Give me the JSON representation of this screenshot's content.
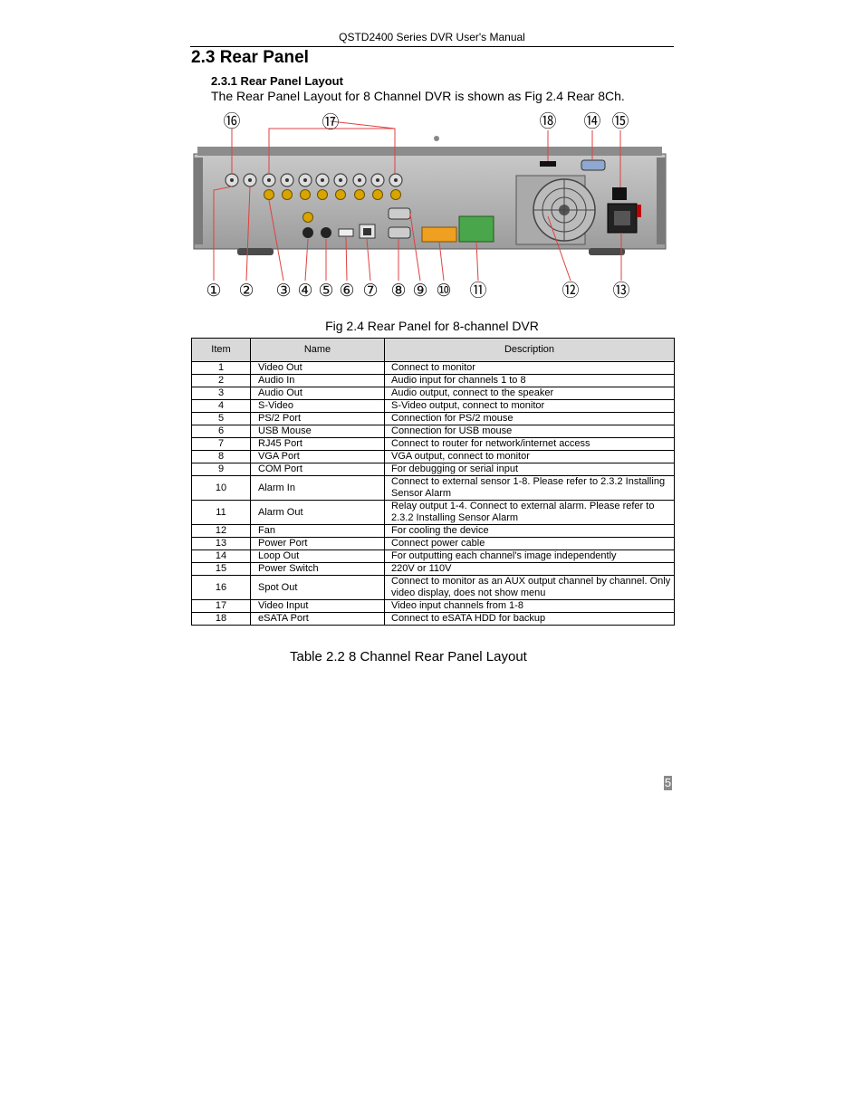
{
  "header": {
    "running_title": "QSTD2400 Series DVR User's Manual"
  },
  "section": {
    "number_title": "2.3 Rear Panel"
  },
  "subsection": {
    "number_title": "2.3.1 Rear Panel Layout",
    "intro": "The Rear Panel Layout for 8 Channel DVR is shown as Fig 2.4 Rear 8Ch."
  },
  "figure": {
    "caption": "Fig 2.4 Rear Panel for 8-channel DVR",
    "top_callouts": [
      "⑯",
      "⑰",
      "⑱",
      "⑭",
      "⑮"
    ],
    "bottom_callouts": [
      "①",
      "②",
      "③",
      "④",
      "⑤",
      "⑥",
      "⑦",
      "⑧",
      "⑨",
      "⑩",
      "⑪",
      "⑫",
      "⑬"
    ]
  },
  "table": {
    "headers": [
      "Item",
      "Name",
      "Description"
    ],
    "rows": [
      [
        "1",
        "Video Out",
        "Connect to monitor"
      ],
      [
        "2",
        "Audio In",
        "Audio input for channels 1 to 8"
      ],
      [
        "3",
        "Audio Out",
        "Audio output, connect to the speaker"
      ],
      [
        "4",
        "S-Video",
        "S-Video output, connect to monitor"
      ],
      [
        "5",
        "PS/2 Port",
        "Connection for PS/2 mouse"
      ],
      [
        "6",
        "USB Mouse",
        "Connection for USB mouse"
      ],
      [
        "7",
        "RJ45 Port",
        "Connect to router for network/internet access"
      ],
      [
        "8",
        "VGA Port",
        "VGA output, connect to monitor"
      ],
      [
        "9",
        "COM Port",
        "For debugging or serial input"
      ],
      [
        "10",
        "Alarm In",
        "Connect to external sensor 1-8. Please refer to 2.3.2 Installing Sensor Alarm"
      ],
      [
        "11",
        "Alarm Out",
        "Relay output 1-4. Connect to external alarm. Please refer to 2.3.2 Installing Sensor Alarm"
      ],
      [
        "12",
        "Fan",
        "For cooling the device"
      ],
      [
        "13",
        "Power Port",
        "Connect power cable"
      ],
      [
        "14",
        "Loop Out",
        "For outputting each channel's image independently"
      ],
      [
        "15",
        "Power Switch",
        "220V or 110V"
      ],
      [
        "16",
        "Spot Out",
        "Connect to monitor as an AUX output channel by channel. Only video display, does not show menu"
      ],
      [
        "17",
        "Video Input",
        "Video input channels from 1-8"
      ],
      [
        "18",
        "eSATA Port",
        "Connect to eSATA HDD for backup"
      ]
    ],
    "caption": "Table 2.2 8 Channel Rear Panel Layout"
  },
  "footer": {
    "page_number": "5"
  }
}
